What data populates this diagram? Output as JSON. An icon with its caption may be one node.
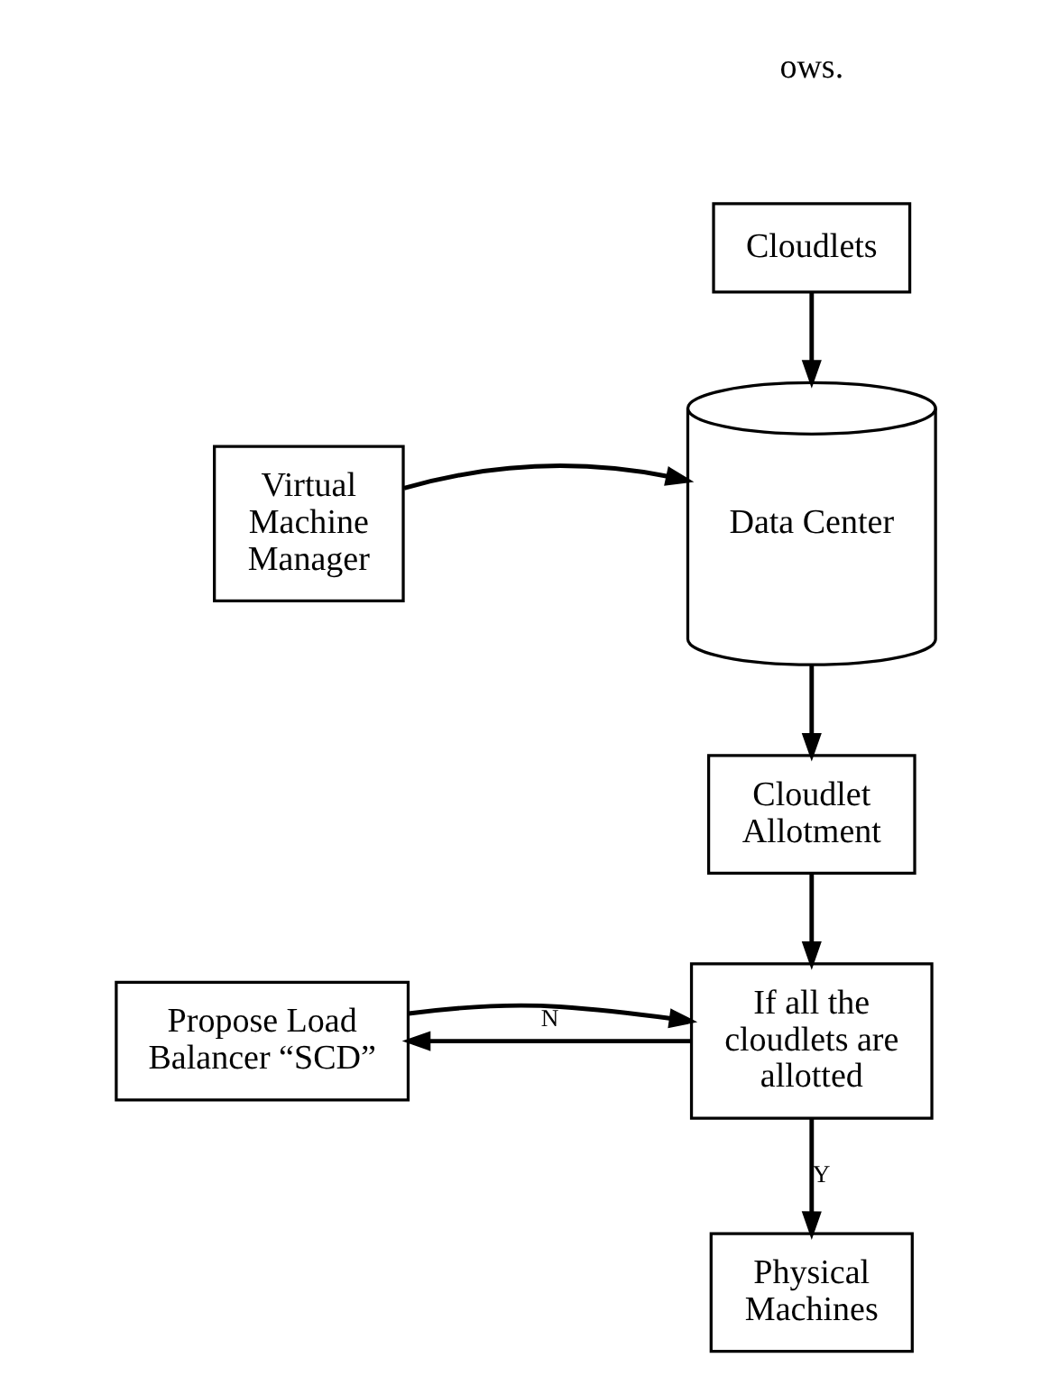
{
  "diagram": {
    "nodes": [
      {
        "text": [
          "Cloudlets"
        ]
      },
      {
        "text": [
          "Data Center"
        ]
      },
      {
        "text": [
          "Virtual Machine Manager"
        ]
      },
      {
        "text": [
          "Cloudlet Allotment"
        ]
      },
      {
        "text": [
          "If all the cloudlets are allotted"
        ]
      },
      {
        "text": [
          "Propose Load Balancer “SCD”"
        ]
      },
      {
        "text": [
          "Physical Machines"
        ]
      }
    ],
    "edges": [
      {
        "from": 0,
        "to": 1,
        "arrow": "to"
      },
      {
        "from": 2,
        "to": 1,
        "arrow": "to"
      },
      {
        "from": 1,
        "to": 3,
        "arrow": "to"
      },
      {
        "from": 3,
        "to": 4,
        "arrow": "to"
      },
      {
        "from": 4,
        "to": 5,
        "arrow": "to",
        "label": "N"
      },
      {
        "from": 5,
        "to": 4,
        "arrow": "to"
      },
      {
        "from": 4,
        "to": 6,
        "arrow": "to",
        "label": "Y"
      }
    ],
    "labels": [
      "ows."
    ]
  }
}
